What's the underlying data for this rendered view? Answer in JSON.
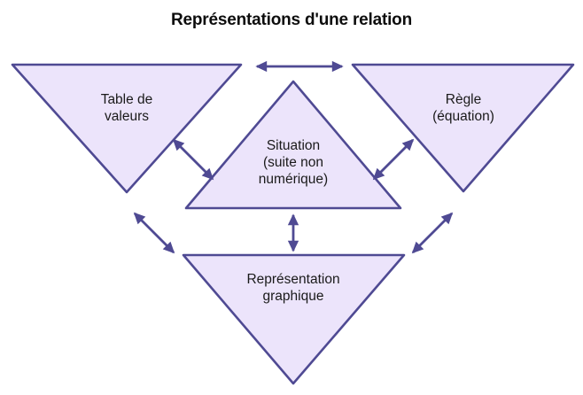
{
  "title": "Représentations d'une relation",
  "colors": {
    "background": "#ffffff",
    "triangle_fill": "#ece4fb",
    "triangle_stroke": "#4f4a93",
    "arrow": "#4f4a93",
    "title_text": "#0d0d0d",
    "node_text": "#1a1a1a"
  },
  "diagram": {
    "type": "relationship-diagram",
    "nodes": [
      {
        "id": "table-de-valeurs",
        "label": "Table de\nvaleurs",
        "shape": "triangle-down",
        "position": "top-left"
      },
      {
        "id": "regle-equation",
        "label": "Règle\n(équation)",
        "shape": "triangle-down",
        "position": "top-right"
      },
      {
        "id": "situation",
        "label": "Situation\n(suite non\nnumérique)",
        "shape": "triangle-up",
        "position": "center"
      },
      {
        "id": "representation-graphique",
        "label": "Représentation\ngraphique",
        "shape": "triangle-down",
        "position": "bottom-center"
      }
    ],
    "connectors": [
      {
        "id": "table-to-regle",
        "from": "table-de-valeurs",
        "to": "regle-equation",
        "style": "double-arrow",
        "orientation": "horizontal"
      },
      {
        "id": "table-to-situation",
        "from": "table-de-valeurs",
        "to": "situation",
        "style": "double-arrow",
        "orientation": "diagonal-down-right"
      },
      {
        "id": "regle-to-situation",
        "from": "regle-equation",
        "to": "situation",
        "style": "double-arrow",
        "orientation": "diagonal-down-left"
      },
      {
        "id": "table-to-graphique",
        "from": "table-de-valeurs",
        "to": "representation-graphique",
        "style": "double-arrow",
        "orientation": "diagonal-down-right"
      },
      {
        "id": "regle-to-graphique",
        "from": "regle-equation",
        "to": "representation-graphique",
        "style": "double-arrow",
        "orientation": "diagonal-down-left"
      },
      {
        "id": "situation-to-graphique",
        "from": "situation",
        "to": "representation-graphique",
        "style": "double-arrow",
        "orientation": "vertical"
      }
    ]
  }
}
